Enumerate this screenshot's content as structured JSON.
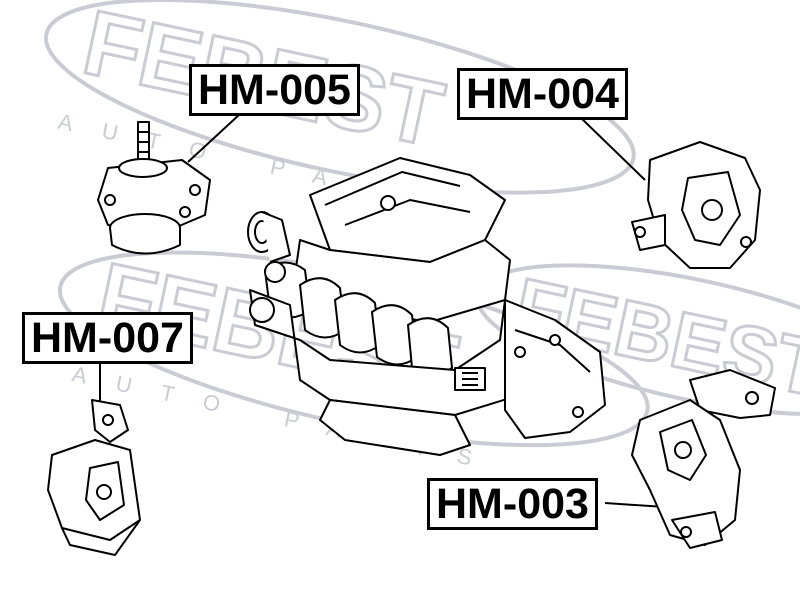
{
  "watermark": {
    "brand": "FEBEST",
    "tagline": "AUTO PARTS",
    "color": "#c9ccd2"
  },
  "labels": {
    "hm005": "HM-005",
    "hm004": "HM-004",
    "hm007": "HM-007",
    "hm003": "HM-003"
  },
  "colors": {
    "ink": "#000000",
    "paper": "#ffffff"
  }
}
